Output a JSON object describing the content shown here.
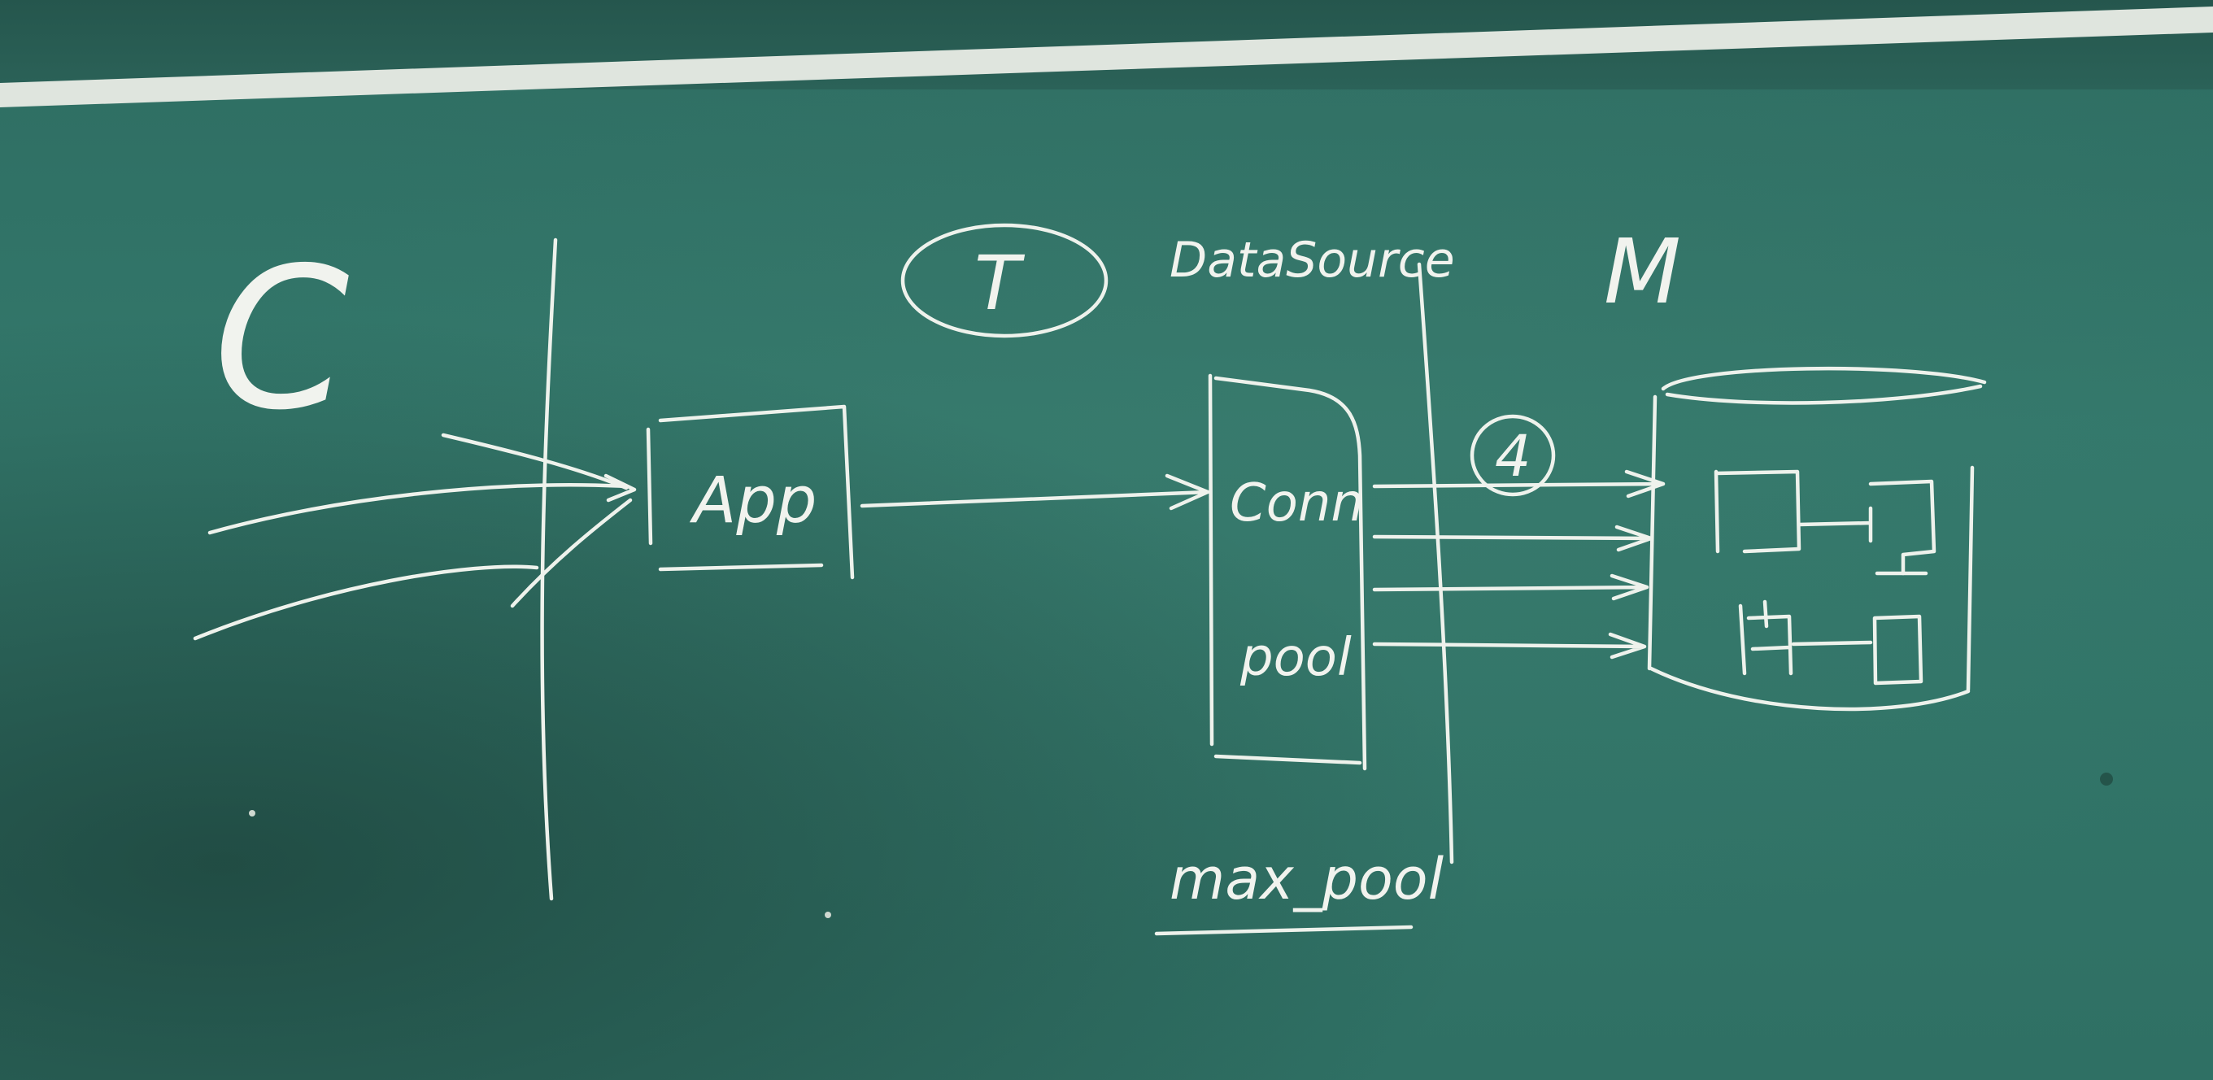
{
  "labels": {
    "client": "C",
    "thread_marker": "T",
    "datasource": "DataSource",
    "mysql": "M",
    "app": "App",
    "conn": "Conn",
    "pool": "pool",
    "connection_count": "4",
    "max_pool": "max_pool"
  },
  "colors": {
    "board": "#2f6a5f",
    "chalk": "#eef2ec",
    "ledge": "#dfe5de"
  }
}
